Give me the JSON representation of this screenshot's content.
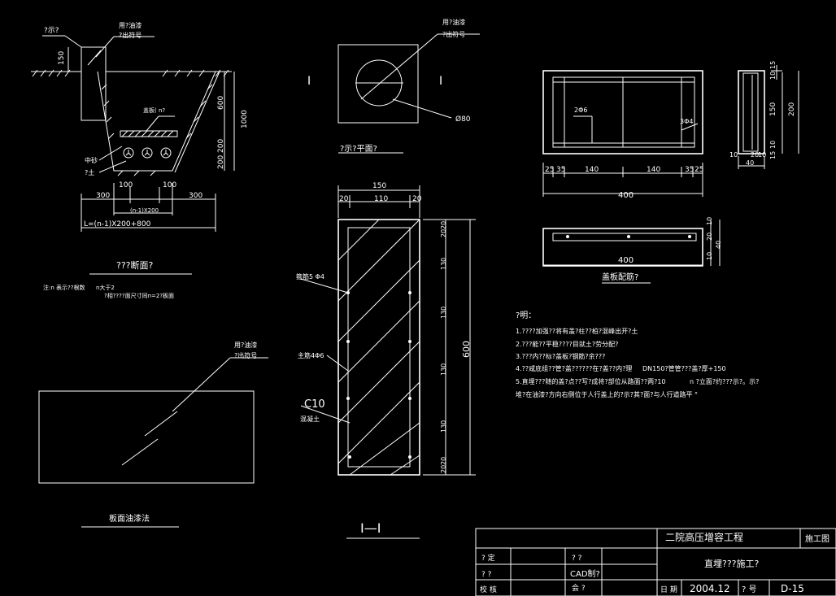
{
  "trench": {
    "label_tl": "?示?",
    "label_tr_1": "用?油漆",
    "label_tr_2": "?出符号",
    "label_plate": "盖板( n?",
    "label_sand": "中砂",
    "label_soil": "?土",
    "dim_150": "150",
    "dim_600": "600",
    "dim_1000": "1000",
    "dim_200a": "200",
    "dim_200b": "200",
    "dim_300a": "300",
    "dim_100a": "100",
    "dim_100b": "100",
    "dim_300b": "300",
    "dim_n200": "(n-1)X200",
    "dim_L": "L=(n-1)X200+800",
    "title": "???断面?",
    "note_1": "注:n 表示??根数",
    "note_1b": "n大于2",
    "note_2": "?相????面尺寸同n=2?板面"
  },
  "plan": {
    "label_1": "用?油漆",
    "label_2": "?出符号",
    "mark_left": "I",
    "mark_right": "I",
    "dim_d80": "Ø80",
    "title": "?示?平面?"
  },
  "section": {
    "dim_150": "150",
    "dim_20a": "20",
    "dim_110": "110",
    "dim_20b": "20",
    "dim_600": "600",
    "dims_v": [
      "20",
      "20",
      "130",
      "130",
      "130",
      "130",
      "20",
      "20"
    ],
    "label_stirrup": "箍筋5 Φ4",
    "label_main": "主筋4Φ6",
    "label_c10": "C10",
    "label_concrete": "混凝土",
    "title": "I—I"
  },
  "paint": {
    "label_1": "用?油漆",
    "label_2": "?出符号",
    "title": "板面油漆法"
  },
  "rebar": {
    "label_2phi6": "2Φ6",
    "label_3phi4": "3Φ4",
    "dims_h": [
      "25",
      "35",
      "140",
      "140",
      "35",
      "25"
    ],
    "dim_400a": "400",
    "dim_400b": "400",
    "dims_side_top": [
      "15",
      "10"
    ],
    "dim_150": "150",
    "dim_200": "200",
    "dims_side_bot": [
      "10",
      "15"
    ],
    "dim_10": "10",
    "dim_20": "20",
    "dim_10b": "10",
    "dim_40": "40",
    "dims_plate_side": [
      "10",
      "20",
      "10",
      "40"
    ],
    "title": "盖板配筋?"
  },
  "notes": {
    "heading": "?明：",
    "lines": [
      "1.????加强??将有盖?柱??柏?混峰出开?土",
      "2.???能??平稳????目就土?劳分配?",
      "3.???内??标?盖板?钢筋?余???",
      "4.??咸底组??管?盖??????在?盖??内?理",
      "5.直埋???随的盖?点??写?成将?部位从路面??两?10",
      "堆?在油漆?方向右侧位于人行盖上的?示?其?面?与人行道路平 °"
    ],
    "line4_extra": "DN150?管管???盖?厚+150",
    "line5_extra": "n ?立面?约???示?。示?"
  },
  "title_block": {
    "project": "二院高压增容工程",
    "stage": "施工图",
    "drawing_name": "直埋???施工?",
    "row1_a": "? 定",
    "row1_b": "? ?",
    "row2_a": "? ?",
    "row2_b": "CAD制?",
    "row3_a": "校 核",
    "row3_b": "会 ?",
    "date_label": "日 期",
    "date": "2004.12",
    "no_label": "? 号",
    "drawing_no": "D-15"
  }
}
